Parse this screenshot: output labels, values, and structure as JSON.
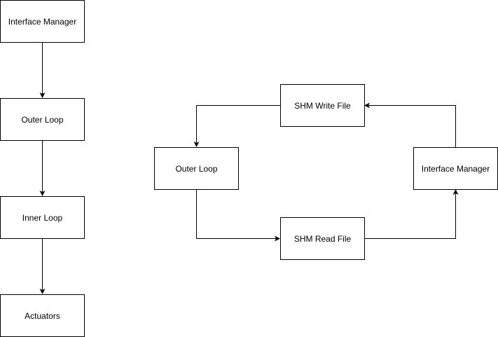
{
  "diagram": {
    "left_flow": {
      "nodes": [
        {
          "label": "Interface Manager"
        },
        {
          "label": "Outer Loop"
        },
        {
          "label": "Inner Loop"
        },
        {
          "label": "Actuators"
        }
      ]
    },
    "right_cycle": {
      "shm_write": {
        "label": "SHM Write File"
      },
      "outer_loop": {
        "label": "Outer Loop"
      },
      "interface_manager": {
        "label": "Interface Manager"
      },
      "shm_read": {
        "label": "SHM Read File"
      }
    },
    "edges": [
      {
        "from": "Interface Manager",
        "to": "Outer Loop"
      },
      {
        "from": "Outer Loop",
        "to": "Inner Loop"
      },
      {
        "from": "Inner Loop",
        "to": "Actuators"
      },
      {
        "from": "SHM Write File",
        "to": "Outer Loop"
      },
      {
        "from": "Outer Loop",
        "to": "SHM Read File"
      },
      {
        "from": "SHM Read File",
        "to": "Interface Manager"
      },
      {
        "from": "Interface Manager",
        "to": "SHM Write File"
      }
    ],
    "colors": {
      "stroke": "#000000",
      "fill": "#ffffff",
      "text": "#000000"
    }
  }
}
